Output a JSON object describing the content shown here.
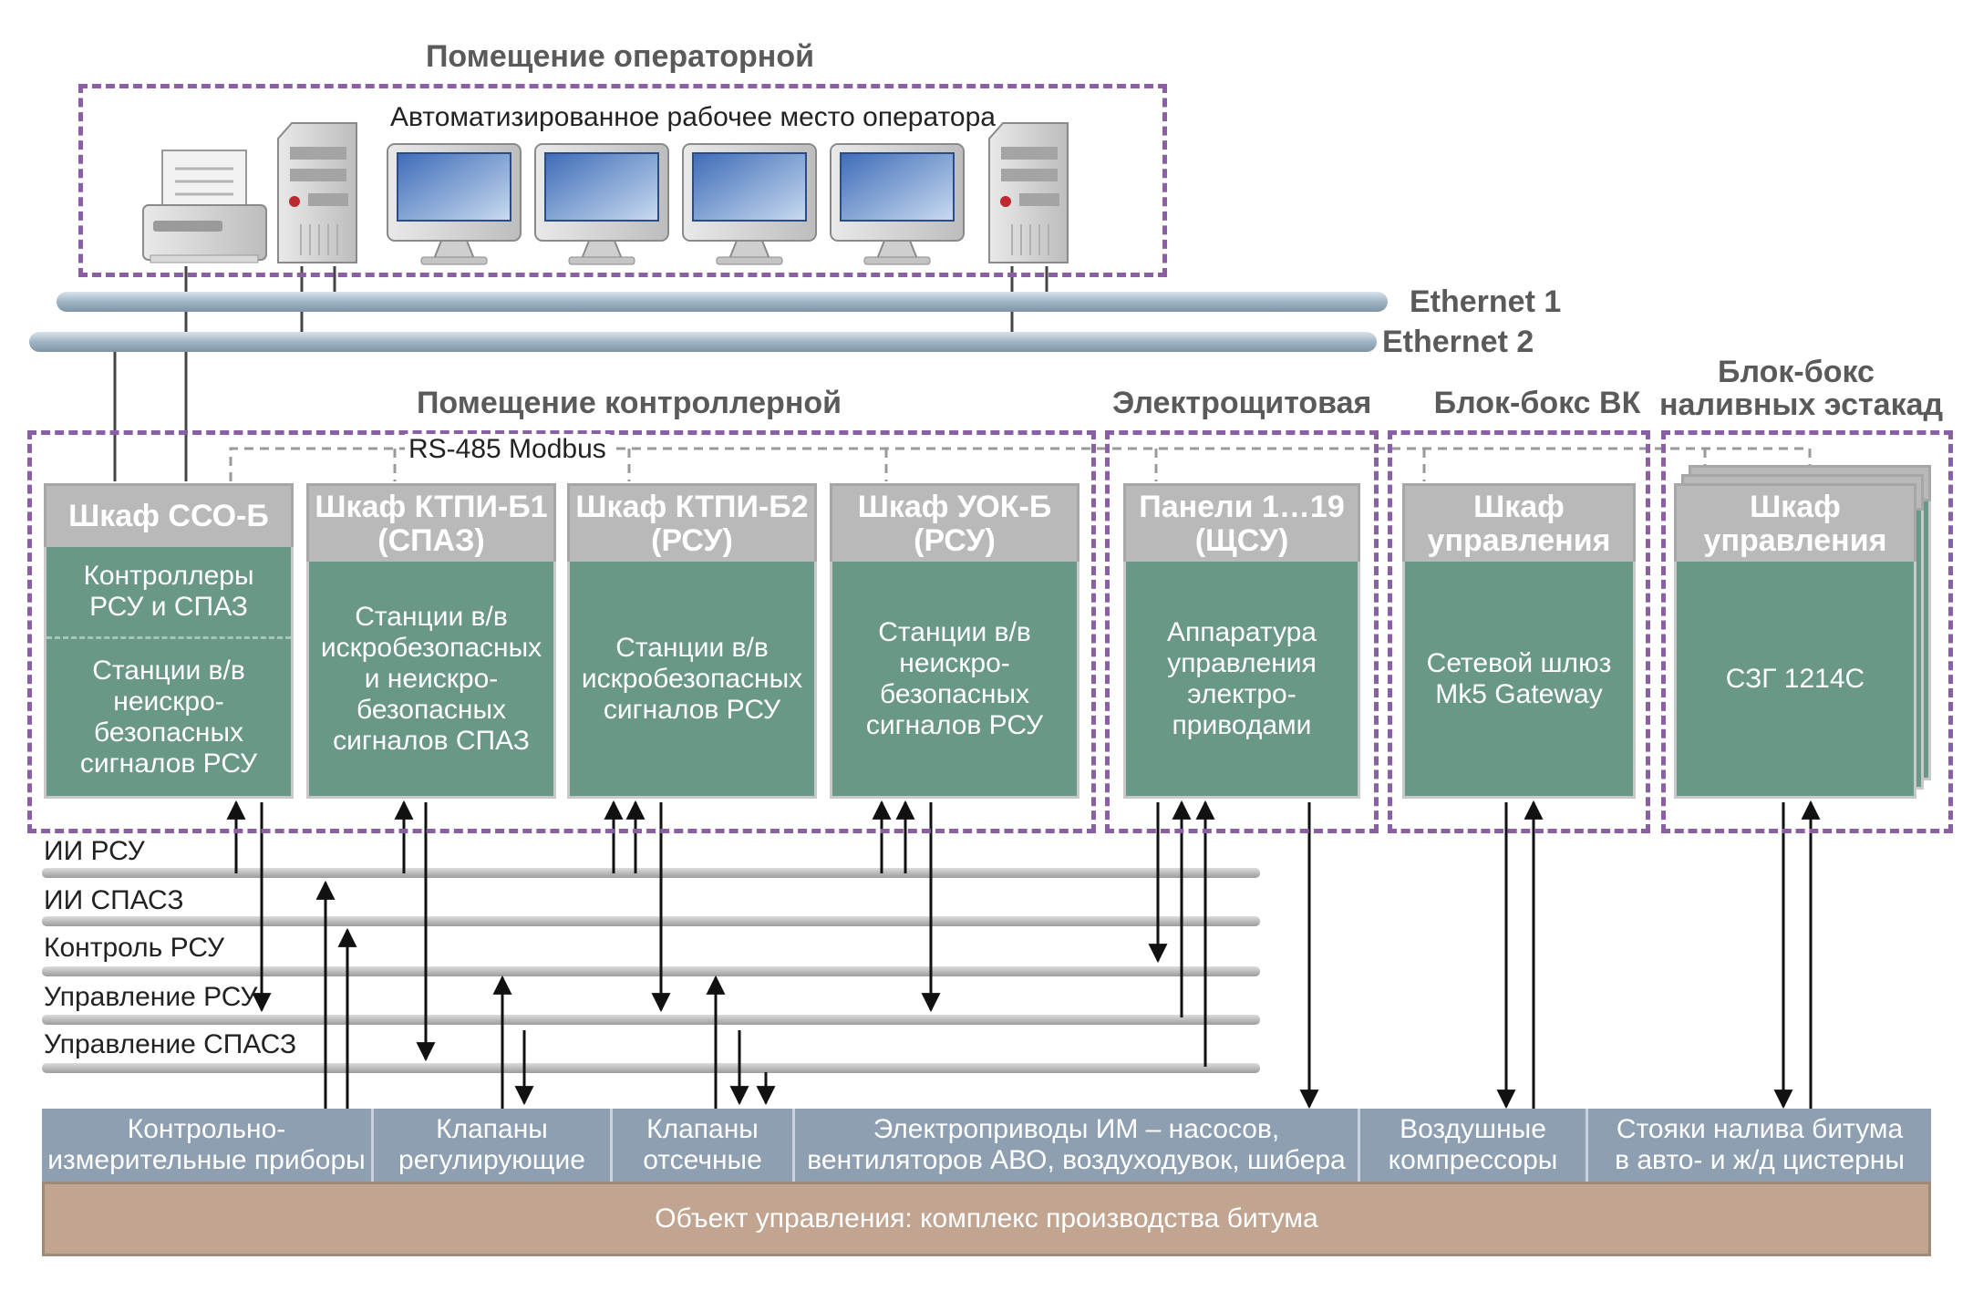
{
  "zones": {
    "operator_room": "Помещение операторной",
    "controller_room": "Помещение контроллерной",
    "electrical_room": "Электрощитовая",
    "block_box_vk": "Блок-бокс ВК",
    "block_box_loading": [
      "Блок-бокс",
      "наливных эстакад"
    ]
  },
  "workstation_title": "Автоматизированное рабочее место оператора",
  "networks": {
    "ethernet1": "Ethernet 1",
    "ethernet2": "Ethernet 2",
    "rs485": "RS-485 Modbus"
  },
  "cabinets": [
    {
      "title": [
        "Шкаф ССО-Б"
      ],
      "body_top": [
        "Контроллеры",
        "РСУ и СПАЗ"
      ],
      "body": [
        "Станции в/в",
        "неискро-",
        "безопасных",
        "сигналов РСУ"
      ]
    },
    {
      "title": [
        "Шкаф КТПИ-Б1",
        "(СПАЗ)"
      ],
      "body": [
        "Станции в/в",
        "искробезопасных",
        "и неискро-",
        "безопасных",
        "сигналов СПАЗ"
      ]
    },
    {
      "title": [
        "Шкаф КТПИ-Б2",
        "(РСУ)"
      ],
      "body": [
        "Станции в/в",
        "искробезопасных",
        "сигналов РСУ"
      ]
    },
    {
      "title": [
        "Шкаф УОК-Б",
        "(РСУ)"
      ],
      "body": [
        "Станции в/в",
        "неискро-",
        "безопасных",
        "сигналов РСУ"
      ]
    },
    {
      "title": [
        "Панели 1…19",
        "(ЩСУ)"
      ],
      "body": [
        "Аппаратура",
        "управления",
        "электро-",
        "приводами"
      ]
    },
    {
      "title": [
        "Шкаф",
        "управления"
      ],
      "body": [
        "Сетевой шлюз",
        "Mk5 Gateway"
      ]
    },
    {
      "title": [
        "Шкаф",
        "управления"
      ],
      "body": [
        "СЗГ 1214С"
      ]
    }
  ],
  "buses": [
    "ИИ РСУ",
    "ИИ СПАСЗ",
    "Контроль РСУ",
    "Управление РСУ",
    "Управление СПАСЗ"
  ],
  "devices": [
    [
      "Контрольно-",
      "измерительные приборы"
    ],
    [
      "Клапаны",
      "регулирующие"
    ],
    [
      "Клапаны",
      "отсечные"
    ],
    [
      "Электроприводы ИМ – насосов,",
      "вентиляторов АВО, воздуходувок, шибера"
    ],
    [
      "Воздушные",
      "компрессоры"
    ],
    [
      "Стояки налива битума",
      "в авто- и ж/д цистерны"
    ]
  ],
  "object": "Объект управления: комплекс производства битума",
  "colors": {
    "zone_border": "#8a5fa5",
    "cabinet_header": "#b9b9b9",
    "cabinet_body": "#6a9887",
    "device_row": "#8d9fb0",
    "object_row": "#c1a591",
    "bus_line": "#b4b4b4",
    "ethernet_pipe": "#a8bccb"
  }
}
